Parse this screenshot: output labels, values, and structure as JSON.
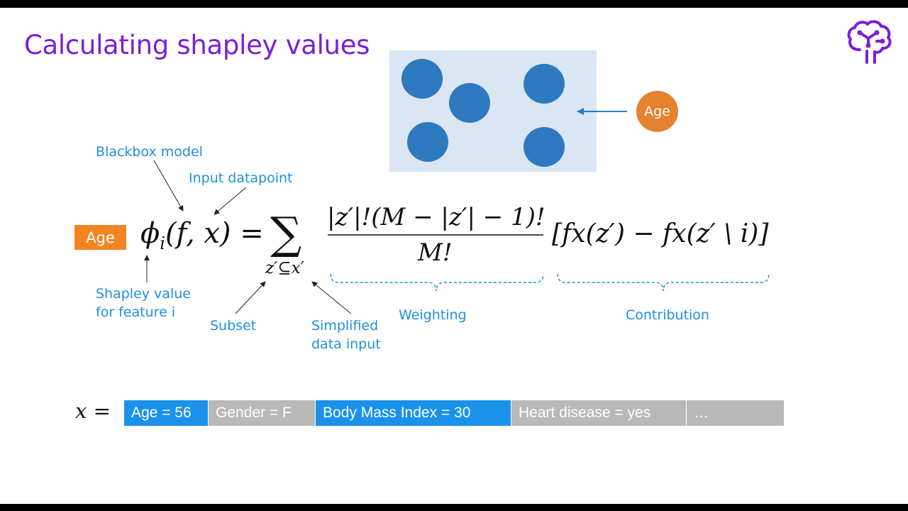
{
  "title": "Calculating shapley values",
  "panel": {
    "age_chip": "Age"
  },
  "formula": {
    "feature_chip": "Age",
    "phi": "ϕ",
    "phi_sub": "i",
    "phi_args": "(f, x) =",
    "sigma": "∑",
    "sum_index": "z′⊆x′",
    "numerator": "|z′|!(M − |z′| − 1)!",
    "denominator": "M!",
    "contribution_term": "[fx(z′) − fx(z′ \\ i)]"
  },
  "annotations": {
    "blackbox_model": "Blackbox model",
    "input_datapoint": "Input datapoint",
    "shapley_value_line1": "Shapley value",
    "shapley_value_line2": "for feature i",
    "subset": "Subset",
    "simplified_line1": "Simplified",
    "simplified_line2": "data input",
    "weighting": "Weighting",
    "contribution": "Contribution"
  },
  "datapoint": {
    "label": "x =",
    "features": [
      {
        "text": "Age = 56",
        "highlighted": true
      },
      {
        "text": "Gender = F",
        "highlighted": false
      },
      {
        "text": "Body Mass Index = 30",
        "highlighted": true
      },
      {
        "text": "Heart disease = yes",
        "highlighted": false
      },
      {
        "text": "…",
        "highlighted": false
      }
    ]
  },
  "colors": {
    "title": "#7a1fd6",
    "annotation": "#1f8fe0",
    "feature_highlight": "#1a92ea",
    "feature_plain": "#b9b9b9",
    "age_orange": "#f28522",
    "dot_blue": "#2e79bf",
    "panel_bg": "#dae6f3"
  }
}
